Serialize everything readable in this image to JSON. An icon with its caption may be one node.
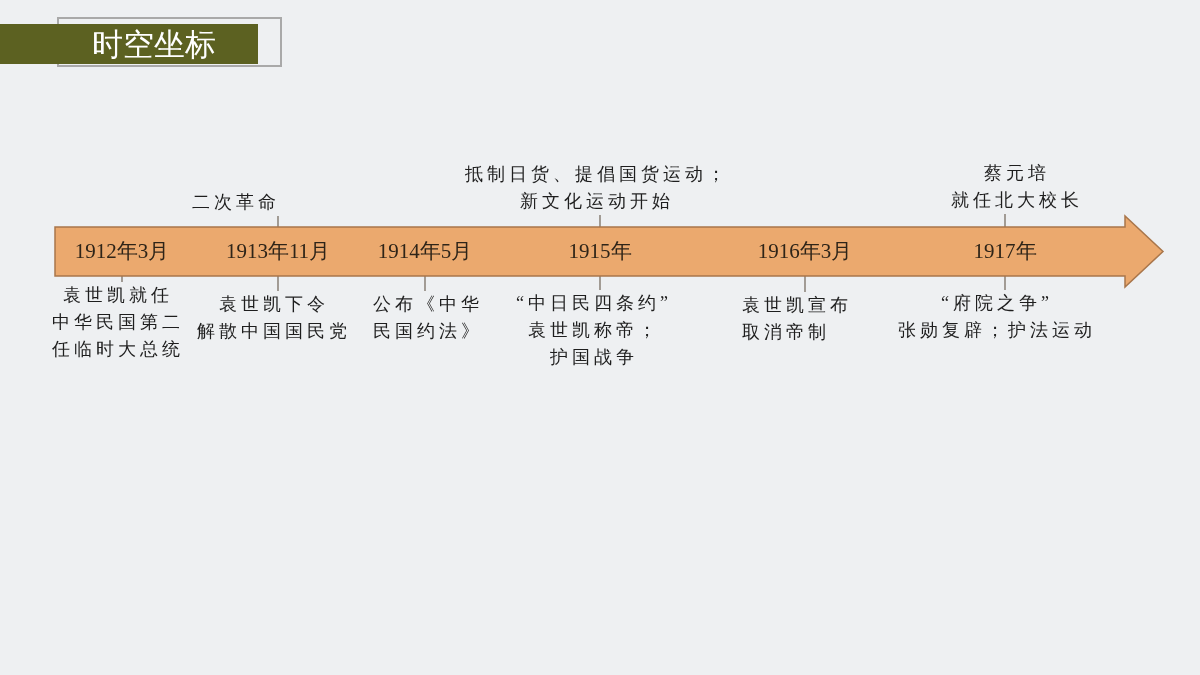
{
  "diagram": {
    "title": "时空坐标",
    "nodes": [
      {
        "text": [
          "二次革命"
        ]
      },
      {
        "text": [
          "抵制日货、提倡国货运动；新文化运动开始"
        ]
      },
      {
        "text": [
          "蔡元培就任北大校长"
        ]
      },
      {
        "text": [],
        "shape": "arrow"
      },
      {
        "text": [
          "1912年3月"
        ],
        "in": 3
      },
      {
        "text": [
          "1913年11月"
        ],
        "in": 3
      },
      {
        "text": [
          "1914年5月"
        ],
        "in": 3
      },
      {
        "text": [
          "1915年"
        ],
        "in": 3
      },
      {
        "text": [
          "1916年3月"
        ],
        "in": 3
      },
      {
        "text": [
          "1917年"
        ],
        "in": 3
      },
      {
        "text": [
          "袁世凯就任中华民国第二任临时大总统"
        ]
      },
      {
        "text": [
          "袁世凯下令解散中国国民党"
        ]
      },
      {
        "text": [
          "公布《中华民国约法》"
        ]
      },
      {
        "text": [
          "“中日民四条约”袁世凯称帝；护国战争"
        ]
      },
      {
        "text": [
          "袁世凯宣布取消帝制"
        ]
      },
      {
        "text": [
          "“府院之争”张勋复辟；护法运动"
        ]
      }
    ],
    "edges": [
      {
        "from": 0,
        "to": 5,
        "arrow": "none"
      },
      {
        "from": 1,
        "to": 7,
        "arrow": "none"
      },
      {
        "from": 2,
        "to": 9,
        "arrow": "none"
      },
      {
        "from": 10,
        "to": 4,
        "arrow": "none"
      },
      {
        "from": 11,
        "to": 5,
        "arrow": "none"
      },
      {
        "from": 12,
        "to": 6,
        "arrow": "none"
      },
      {
        "from": 13,
        "to": 7,
        "arrow": "none"
      },
      {
        "from": 14,
        "to": 8,
        "arrow": "none"
      },
      {
        "from": 15,
        "to": 9,
        "arrow": "none"
      }
    ]
  }
}
